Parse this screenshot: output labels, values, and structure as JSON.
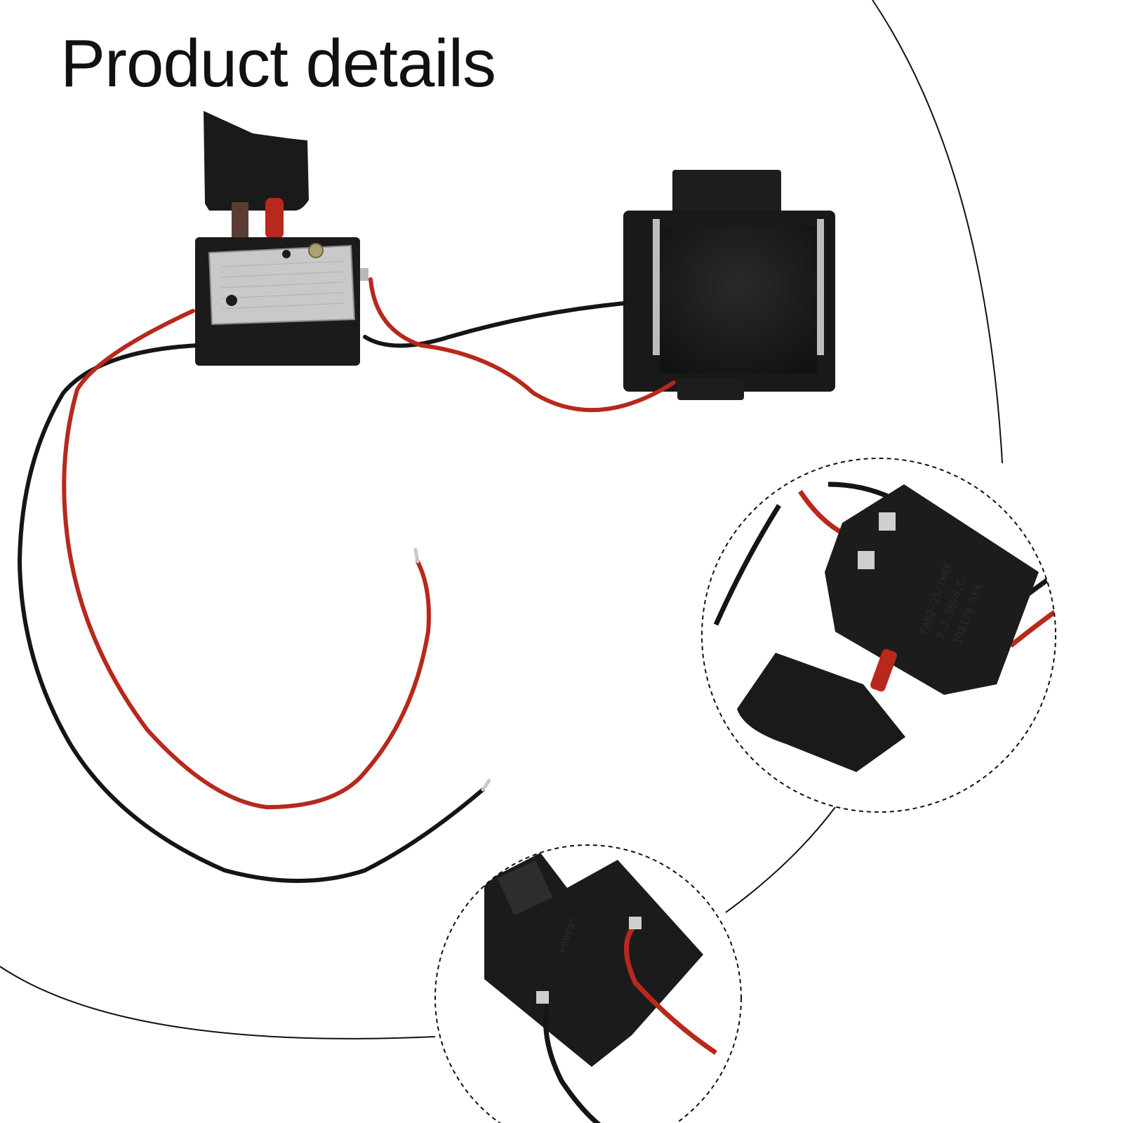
{
  "header": {
    "title": "Product details"
  },
  "detail_switch": {
    "label_lines": [
      "FA02-25/1WEK",
      "7.2-36Vd.C.",
      "198129   5E4"
    ]
  },
  "detail_bracket": {
    "label": ">PA66<"
  },
  "colors": {
    "wire_red": "#b8281c",
    "wire_black": "#151515",
    "housing": "#1b1b1b",
    "metal_plate": "#c9c9c9",
    "guide_line": "#111111"
  }
}
